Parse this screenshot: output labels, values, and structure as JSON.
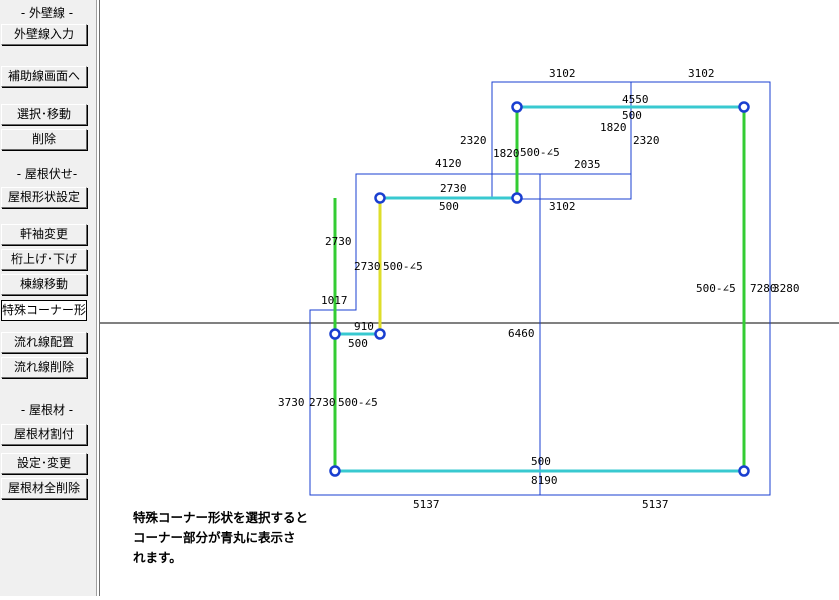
{
  "sidebar": {
    "sections": [
      {
        "key": "exterior",
        "label": "- 外壁線 -"
      },
      {
        "key": "roof",
        "label": "- 屋根伏せ-"
      },
      {
        "key": "material",
        "label": "- 屋根材 -"
      }
    ],
    "buttons": [
      {
        "key": "exterior-input",
        "label": "外壁線入力"
      },
      {
        "key": "aux-screen",
        "label": "補助線画面へ"
      },
      {
        "key": "select-move",
        "label": "選択･移動"
      },
      {
        "key": "delete",
        "label": "削除"
      },
      {
        "key": "roof-shape",
        "label": "屋根形状設定"
      },
      {
        "key": "eave-change",
        "label": "軒袖変更"
      },
      {
        "key": "girder-updown",
        "label": "桁上げ･下げ"
      },
      {
        "key": "ridge-move",
        "label": "棟線移動"
      },
      {
        "key": "special-corner",
        "label": "特殊コーナー形状"
      },
      {
        "key": "flow-place",
        "label": "流れ線配置"
      },
      {
        "key": "flow-delete",
        "label": "流れ線削除"
      },
      {
        "key": "material-layout",
        "label": "屋根材割付"
      },
      {
        "key": "settings-change",
        "label": "設定･変更"
      },
      {
        "key": "material-delete-all",
        "label": "屋根材全削除"
      }
    ]
  },
  "drawing": {
    "labels": {
      "top_3102_a": "3102",
      "top_3102_b": "3102",
      "d4550": "4550",
      "d500_top": "500",
      "d1820": "1820",
      "d2320_left": "2320",
      "d2320_right": "2320",
      "d1820_slope": "1820",
      "slope_500_a": "500-∠5",
      "d2035": "2035",
      "d4120": "4120",
      "d2730_top": "2730",
      "d500_mid": "500",
      "d3102_mid": "3102",
      "d2730_v": "2730",
      "d2730_slope": "2730",
      "slope_500_b": "500-∠5",
      "slope_500_right": "500-∠5",
      "d7280": "7280",
      "d3280": "3280",
      "d1017": "1017",
      "d910": "910",
      "d500_small": "500",
      "d6460": "6460",
      "d3730": "3730",
      "d2730_low": "2730",
      "slope_500_c": "500-∠5",
      "d500_bottom": "500",
      "d8190": "8190",
      "d5137_left": "5137",
      "d5137_right": "5137"
    },
    "colors": {
      "outline": "#1a3fd0",
      "ridge": "#38c9d0",
      "eave": "#33cc33",
      "valley": "#dede2a",
      "node": "#1a3fd0",
      "axis": "#000000"
    }
  },
  "note": {
    "lines": [
      "特殊コーナー形状を選択すると",
      "コーナー部分が青丸に表示さ",
      "れます。"
    ]
  }
}
